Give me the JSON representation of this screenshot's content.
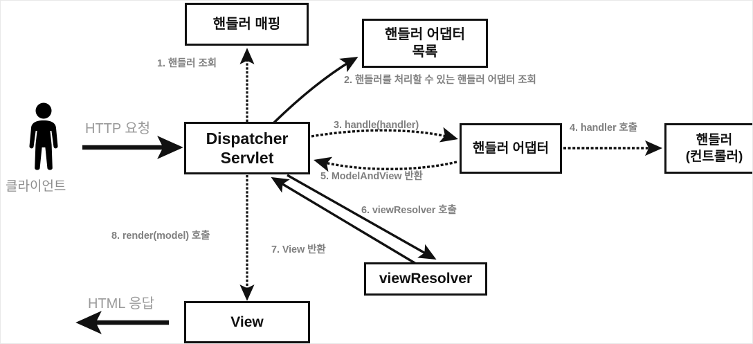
{
  "diagram": {
    "title": "Spring MVC DispatcherServlet request flow",
    "colors": {
      "box_border": "#111111",
      "box_fill": "#ffffff",
      "arrow": "#111111",
      "step_label": "#808080",
      "plain_label": "#9a9a9a",
      "canvas": "#ffffff"
    },
    "nodes": [
      {
        "id": "handler-mapping",
        "label": "핸들러 매핑"
      },
      {
        "id": "handler-adapter-list",
        "label": "핸들러 어댑터\n목록"
      },
      {
        "id": "dispatcher-servlet",
        "label": "Dispatcher\nServlet"
      },
      {
        "id": "handler-adapter",
        "label": "핸들러 어댑터"
      },
      {
        "id": "handler-controller",
        "label": "핸들러\n(컨트롤러)"
      },
      {
        "id": "view-resolver",
        "label": "viewResolver"
      },
      {
        "id": "view",
        "label": "View"
      }
    ],
    "actor": {
      "label": "클라이언트",
      "icon": "person-icon"
    },
    "edge_labels": {
      "step1": "1. 핸들러 조회",
      "step2": "2. 핸들러를 처리할 수 있는 핸들러 어댑터 조회",
      "step3": "3. handle(handler)",
      "step4": "4. handler 호출",
      "step5": "5. ModelAndView 반환",
      "step6": "6. viewResolver 호출",
      "step7": "7. View 반환",
      "step8": "8. render(model) 호출",
      "http_request": "HTTP 요청",
      "http_response": "HTML 응답"
    },
    "edges": [
      {
        "id": "e1",
        "from": "dispatcher-servlet",
        "to": "handler-mapping",
        "label": "1. 핸들러 조회",
        "style": "dashed",
        "direction": "up"
      },
      {
        "id": "e2",
        "from": "dispatcher-servlet",
        "to": "handler-adapter-list",
        "label": "2. 핸들러를 처리할 수 있는 핸들러 어댑터 조회",
        "style": "solid-curve",
        "direction": "up-right"
      },
      {
        "id": "e3",
        "from": "dispatcher-servlet",
        "to": "handler-adapter",
        "label": "3. handle(handler)",
        "style": "dashed-curve",
        "direction": "right"
      },
      {
        "id": "e4",
        "from": "handler-adapter",
        "to": "handler-controller",
        "label": "4. handler 호출",
        "style": "dashed",
        "direction": "right"
      },
      {
        "id": "e5",
        "from": "handler-adapter",
        "to": "dispatcher-servlet",
        "label": "5. ModelAndView 반환",
        "style": "dashed-curve",
        "direction": "left"
      },
      {
        "id": "e6",
        "from": "dispatcher-servlet",
        "to": "view-resolver",
        "label": "6. viewResolver 호출",
        "style": "solid",
        "direction": "down-right"
      },
      {
        "id": "e7",
        "from": "view-resolver",
        "to": "dispatcher-servlet",
        "label": "7. View 반환",
        "style": "solid",
        "direction": "up-left"
      },
      {
        "id": "e8",
        "from": "dispatcher-servlet",
        "to": "view",
        "label": "8. render(model) 호출",
        "style": "dashed",
        "direction": "down"
      },
      {
        "id": "e9",
        "from": "client",
        "to": "dispatcher-servlet",
        "label": "HTTP 요청",
        "style": "solid-thick",
        "direction": "right"
      },
      {
        "id": "e10",
        "from": "view",
        "to": "client",
        "label": "HTML 응답",
        "style": "solid-thick",
        "direction": "left"
      }
    ]
  }
}
